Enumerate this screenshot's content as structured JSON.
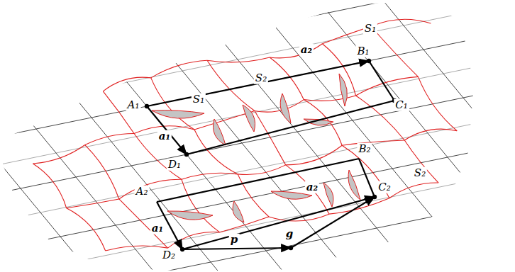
{
  "diagram": {
    "labels": [
      "S₁",
      "a₂",
      "B₁",
      "S₂",
      "A₁",
      "C₁",
      "S₁",
      "a₁",
      "D₁",
      "B₂",
      "S₂",
      "A₂",
      "C₂",
      "a₂",
      "a₁",
      "D₂",
      "p",
      "g"
    ]
  }
}
